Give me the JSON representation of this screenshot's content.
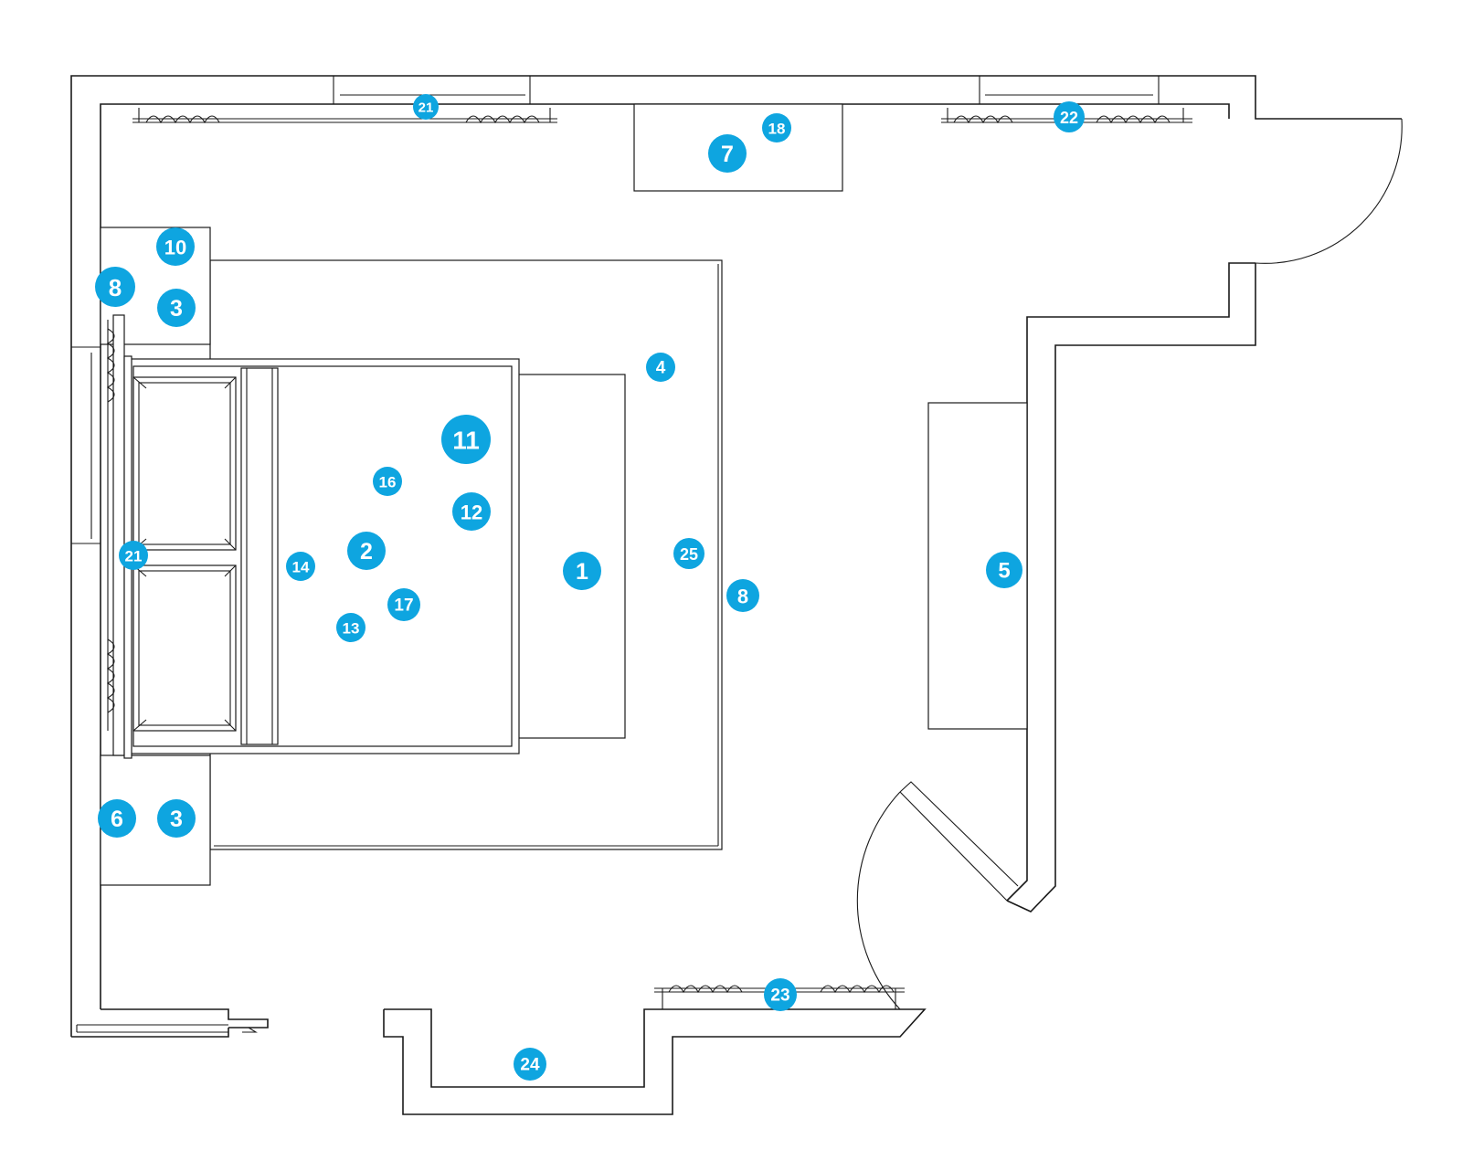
{
  "accent_color": "#0ea5e0",
  "markers": [
    {
      "label": "21"
    },
    {
      "label": "18"
    },
    {
      "label": "7"
    },
    {
      "label": "22"
    },
    {
      "label": "10"
    },
    {
      "label": "8"
    },
    {
      "label": "3"
    },
    {
      "label": "4"
    },
    {
      "label": "11"
    },
    {
      "label": "16"
    },
    {
      "label": "12"
    },
    {
      "label": "2"
    },
    {
      "label": "14"
    },
    {
      "label": "21"
    },
    {
      "label": "17"
    },
    {
      "label": "13"
    },
    {
      "label": "1"
    },
    {
      "label": "25"
    },
    {
      "label": "8"
    },
    {
      "label": "5"
    },
    {
      "label": "6"
    },
    {
      "label": "3"
    },
    {
      "label": "23"
    },
    {
      "label": "24"
    }
  ]
}
